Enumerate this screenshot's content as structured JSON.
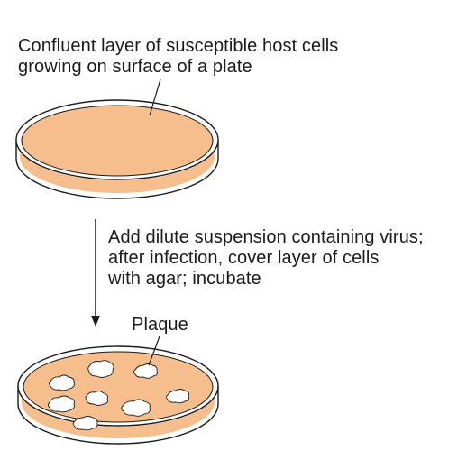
{
  "top_caption": {
    "line1": "Confluent layer of susceptible host cells",
    "line2": "growing on surface of a plate"
  },
  "step_caption": {
    "line1": "Add dilute suspension containing virus;",
    "line2": "after infection, cover layer of cells",
    "line3": "with agar; incubate"
  },
  "plaque_label": "Plaque",
  "colors": {
    "cell_layer": "#F5BE8C",
    "cell_layer_dark": "#E9A46E",
    "plate_rim": "#1a1a1a",
    "plaque": "#ffffff",
    "arrow": "#1a1a1a"
  }
}
